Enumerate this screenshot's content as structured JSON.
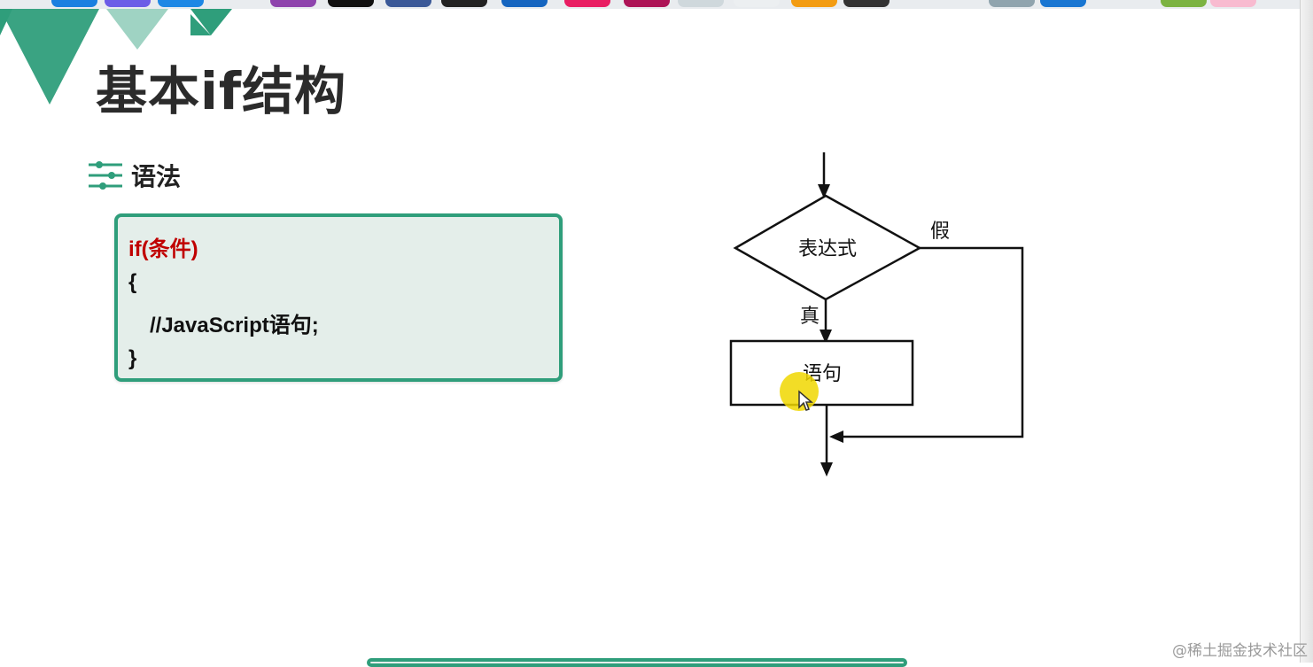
{
  "slide": {
    "title": "基本if结构",
    "section_title": "语法"
  },
  "code": {
    "lines": [
      "if(条件)",
      "{",
      "//JavaScript语句;",
      "}"
    ]
  },
  "flowchart": {
    "decision_label": "表达式",
    "true_label": "真",
    "false_label": "假",
    "statement_label": "语句"
  },
  "watermark": "@稀土掘金技术社区",
  "colors": {
    "accent_green": "#2f9e7b",
    "code_bg": "#e4eeea",
    "condition_red": "#c00000",
    "cursor_yellow": "#f0d700"
  },
  "icons": {
    "section": "list-settings-icon",
    "cursor": "mouse-pointer-icon"
  }
}
